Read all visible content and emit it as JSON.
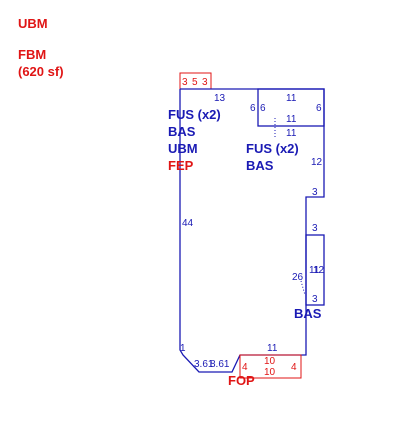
{
  "colors": {
    "blue": "#1a1ab4",
    "red": "#e01515"
  },
  "legend": {
    "ubm": "UBM",
    "fbm": "FBM",
    "fbm_area": "(620 sf)"
  },
  "areas": {
    "main": [
      "FUS (x2)",
      "BAS",
      "UBM",
      "FEP"
    ],
    "right": [
      "FUS (x2)",
      "BAS"
    ],
    "lower_right": "BAS",
    "bottom": "FOP"
  },
  "dimensions": {
    "top_box": [
      "3",
      "5",
      "3"
    ],
    "top_edge": "13",
    "upper_a": "6",
    "upper_b": "6",
    "upper_top": "11",
    "upper_right": "6",
    "upper_mid": "11",
    "upper_inner": "11",
    "right_upper": "12",
    "right_step": "3",
    "right_lower_top": "3",
    "right_lower_a": "11",
    "right_lower_b": "12",
    "right_lower_inner": "26",
    "right_lower_bottom": "3",
    "left": "44",
    "bottom_left": "1",
    "bottom_a": "3.61",
    "bottom_b": "8.61",
    "bottom_edge": "11",
    "bottom_box_left": "4",
    "bottom_box_top": "10",
    "bottom_box_mid": "10",
    "bottom_box_right": "4"
  }
}
